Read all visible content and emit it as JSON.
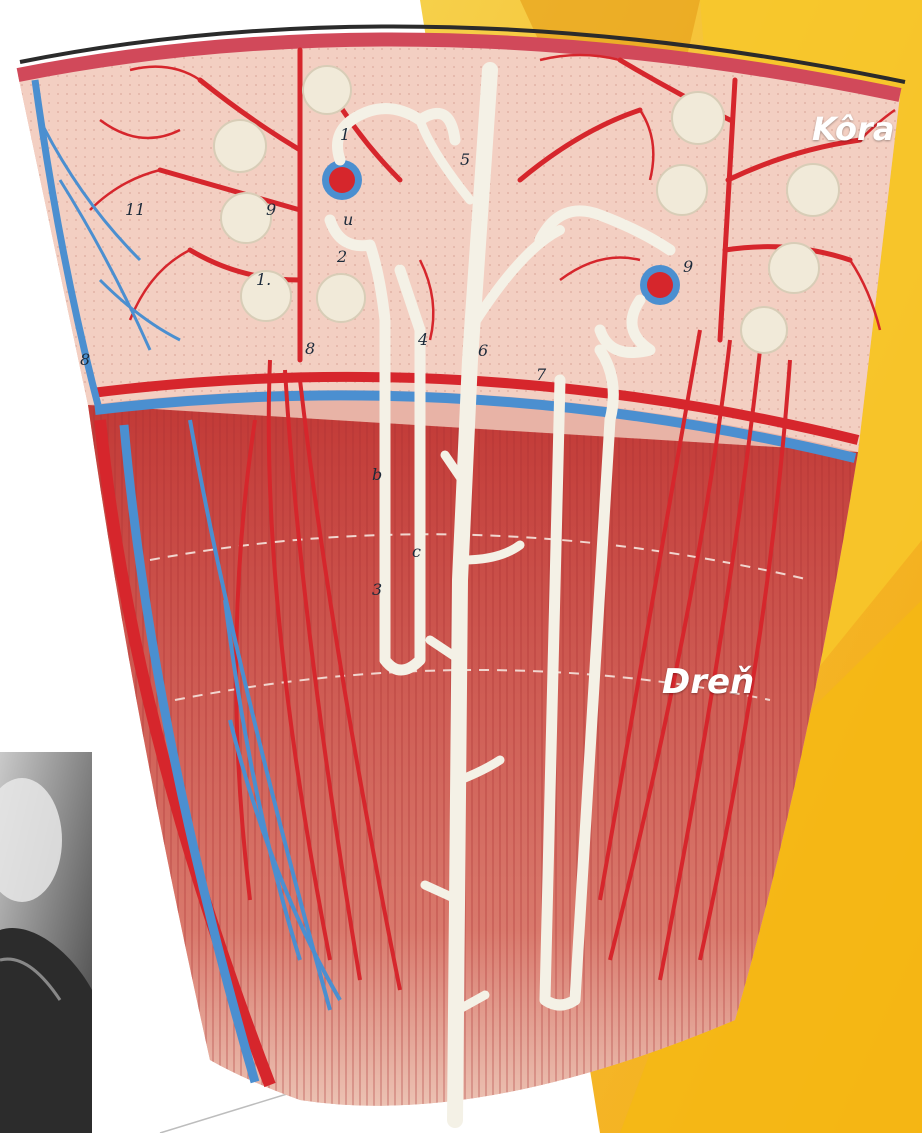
{
  "labels": {
    "cortex": "Kôra",
    "medulla": "Dreň"
  },
  "model_markers": [
    "1",
    "1.",
    "2",
    "3",
    "4",
    "5",
    "6",
    "7",
    "8",
    "8",
    "9",
    "9",
    "11",
    "b",
    "c",
    "u"
  ],
  "colors": {
    "slide_yellow": "#f7c21b",
    "slide_orange": "#e79a1c",
    "artery_red": "#d6262c",
    "vein_blue": "#4b8fd0",
    "tubule_white": "#f4f1e6",
    "cortex_pink": "#f0c9bd",
    "medulla_red": "#c9453f"
  },
  "icons": [
    "kidney-nephron-model",
    "portrait-photo"
  ]
}
